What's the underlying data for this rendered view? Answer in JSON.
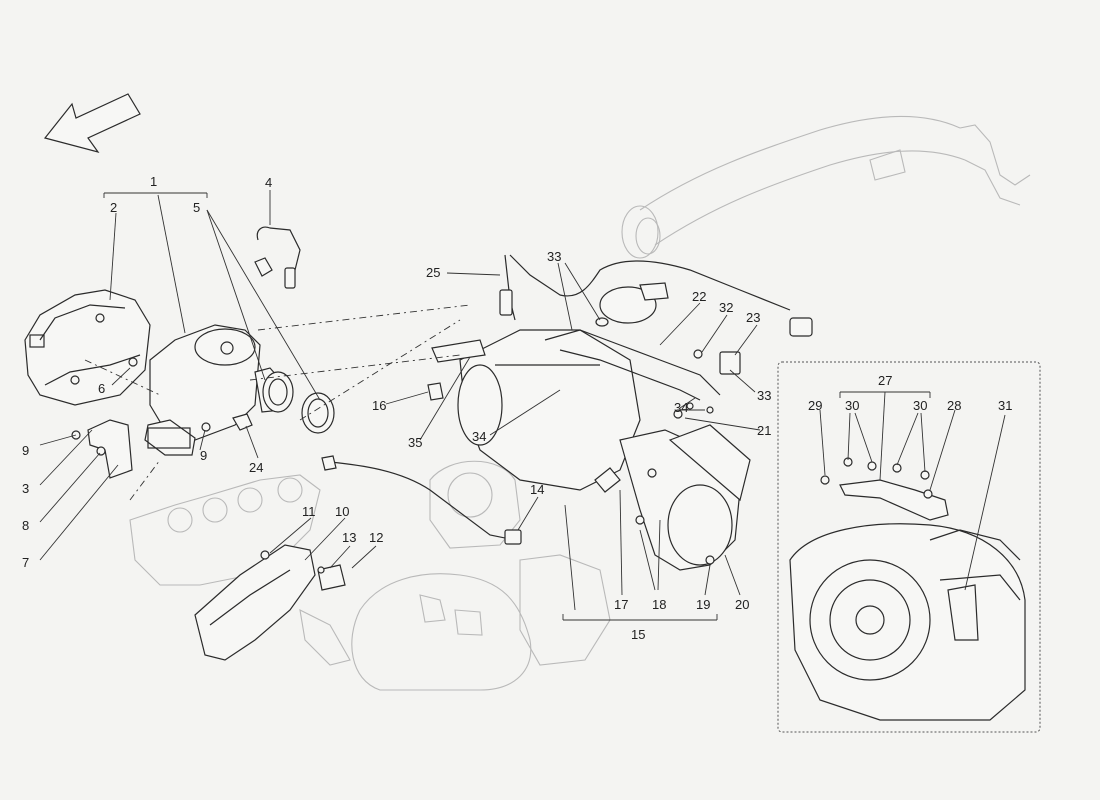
{
  "callouts": [
    {
      "id": "c1",
      "label": "1"
    },
    {
      "id": "c2",
      "label": "2"
    },
    {
      "id": "c3",
      "label": "3"
    },
    {
      "id": "c4",
      "label": "4"
    },
    {
      "id": "c5",
      "label": "5"
    },
    {
      "id": "c6",
      "label": "6"
    },
    {
      "id": "c7",
      "label": "7"
    },
    {
      "id": "c8",
      "label": "8"
    },
    {
      "id": "c9a",
      "label": "9"
    },
    {
      "id": "c9b",
      "label": "9"
    },
    {
      "id": "c10",
      "label": "10"
    },
    {
      "id": "c11",
      "label": "11"
    },
    {
      "id": "c12",
      "label": "12"
    },
    {
      "id": "c13",
      "label": "13"
    },
    {
      "id": "c14",
      "label": "14"
    },
    {
      "id": "c15",
      "label": "15"
    },
    {
      "id": "c16",
      "label": "16"
    },
    {
      "id": "c17",
      "label": "17"
    },
    {
      "id": "c18",
      "label": "18"
    },
    {
      "id": "c19",
      "label": "19"
    },
    {
      "id": "c20",
      "label": "20"
    },
    {
      "id": "c21",
      "label": "21"
    },
    {
      "id": "c22",
      "label": "22"
    },
    {
      "id": "c23",
      "label": "23"
    },
    {
      "id": "c24",
      "label": "24"
    },
    {
      "id": "c25",
      "label": "25"
    },
    {
      "id": "c27",
      "label": "27"
    },
    {
      "id": "c28",
      "label": "28"
    },
    {
      "id": "c29",
      "label": "29"
    },
    {
      "id": "c30a",
      "label": "30"
    },
    {
      "id": "c30b",
      "label": "30"
    },
    {
      "id": "c31",
      "label": "31"
    },
    {
      "id": "c32",
      "label": "32"
    },
    {
      "id": "c33a",
      "label": "33"
    },
    {
      "id": "c33b",
      "label": "33"
    },
    {
      "id": "c34a",
      "label": "34"
    },
    {
      "id": "c34b",
      "label": "34"
    },
    {
      "id": "c35",
      "label": "35"
    }
  ]
}
